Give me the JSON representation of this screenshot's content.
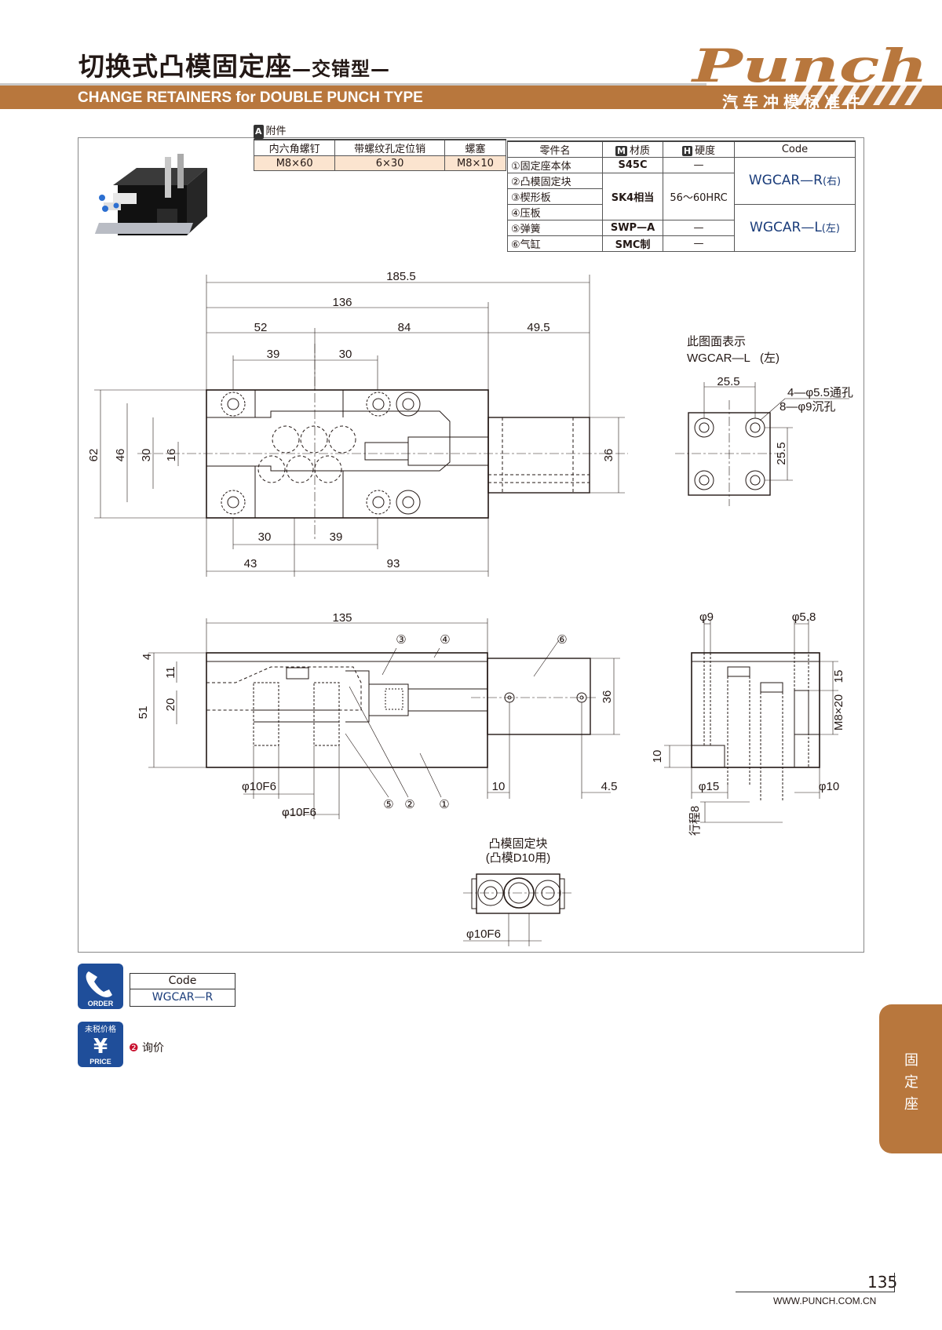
{
  "header": {
    "title_main": "切换式凸模固定座",
    "title_sub": "—交错型—",
    "title_en": "CHANGE RETAINERS for DOUBLE PUNCH TYPE",
    "brand_logo": "Punch",
    "brand_name": "汽车冲模标准件",
    "accent_color": "#b8773d"
  },
  "accessories": {
    "badge": "A",
    "label": "附件",
    "headers": [
      "内六角螺钉",
      "带螺纹孔定位销",
      "螺塞"
    ],
    "values": [
      "M8×60",
      "6×30",
      "M8×10"
    ]
  },
  "materials": {
    "headers": {
      "part": "零件名",
      "material": "材质",
      "hardness": "硬度",
      "code": "Code",
      "material_badge": "M",
      "hardness_badge": "H"
    },
    "rows": [
      {
        "part": "①固定座本体",
        "material": "S45C",
        "hardness": "—"
      },
      {
        "part": "②凸模固定块"
      },
      {
        "part": "③楔形板",
        "material": "SK4相当",
        "hardness": "56～60HRC"
      },
      {
        "part": "④压板"
      },
      {
        "part": "⑤弹簧",
        "material": "SWP—A",
        "hardness": "—"
      },
      {
        "part": "⑥气缸",
        "material": "SMC制",
        "hardness": "—"
      }
    ],
    "codes": [
      {
        "code": "WGCAR—R",
        "side": "(右)"
      },
      {
        "code": "WGCAR—L",
        "side": "(左)"
      }
    ]
  },
  "drawings": {
    "top_view": {
      "dims": [
        "185.5",
        "136",
        "52",
        "84",
        "49.5",
        "39",
        "30",
        "62",
        "46",
        "30",
        "16",
        "36",
        "30",
        "39",
        "43",
        "93"
      ]
    },
    "end_view": {
      "note_line1": "此图面表示",
      "note_line2": "WGCAR—L",
      "note_side": "(左)",
      "dims": [
        "25.5",
        "25.5"
      ],
      "hole_note_1": "4—φ5.5通孔",
      "hole_note_2": "8—φ9沉孔"
    },
    "front_view": {
      "dims": [
        "135",
        "4",
        "11",
        "51",
        "20",
        "36",
        "10",
        "4.5",
        "φ10F6",
        "φ10F6"
      ],
      "callouts": [
        "③",
        "④",
        "⑥",
        "⑤",
        "②",
        "①"
      ]
    },
    "side_view": {
      "dims": [
        "φ9",
        "φ5.8",
        "15",
        "M8×20",
        "10",
        "φ15",
        "φ10",
        "行程8"
      ]
    },
    "block_view": {
      "title_1": "凸模固定块",
      "title_2": "(凸模D10用)",
      "dims": [
        "φ10F6"
      ]
    }
  },
  "order": {
    "icon_label": "ORDER",
    "code_header": "Code",
    "code_value": "WGCAR—R"
  },
  "price": {
    "icon_top": "未税价格",
    "icon_symbol": "¥",
    "icon_label": "PRICE",
    "marker": "❷",
    "text": "询价"
  },
  "side_tab": {
    "label": "固定座"
  },
  "footer": {
    "page_number": "135",
    "url": "WWW.PUNCH.COM.CN"
  }
}
